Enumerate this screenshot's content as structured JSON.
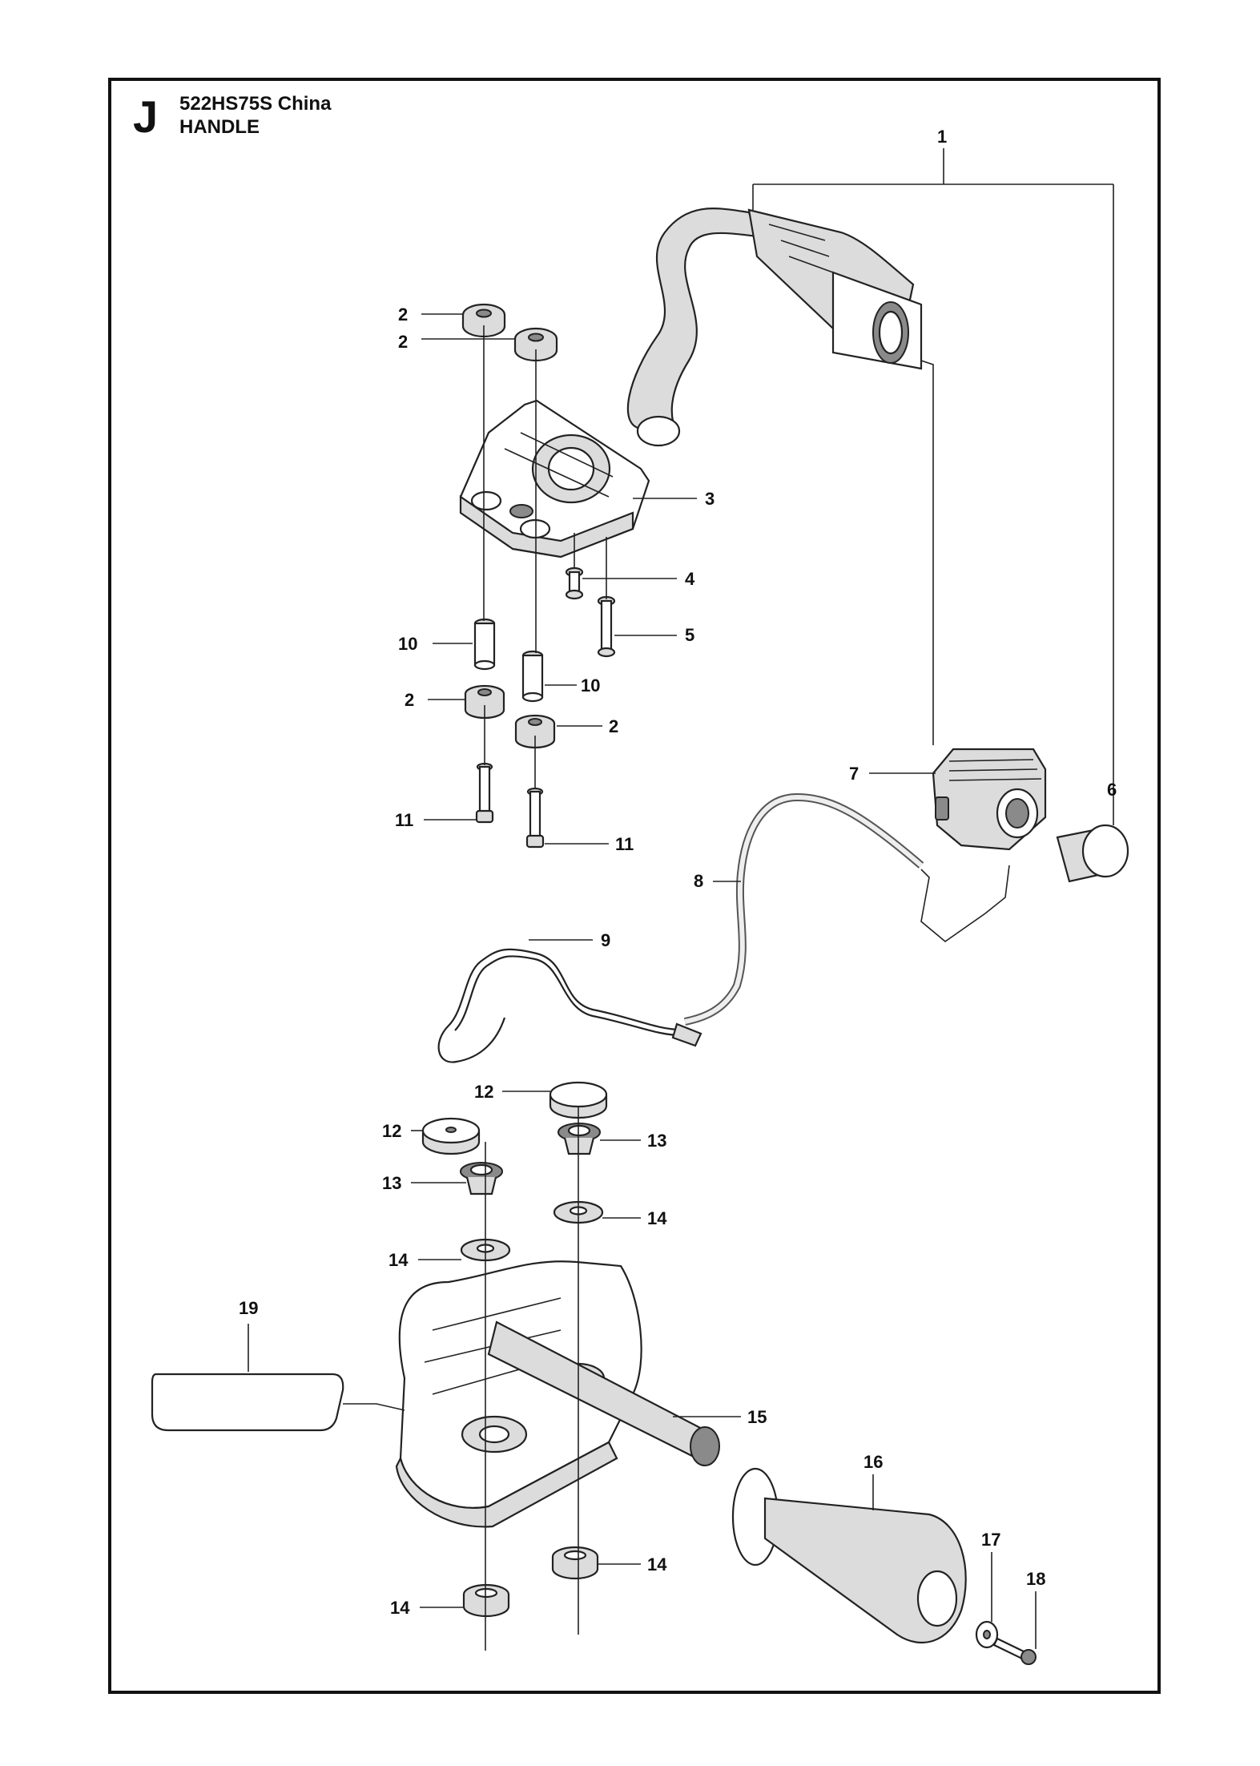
{
  "header": {
    "section_letter": "J",
    "model": "522HS75S China",
    "assembly": "HANDLE"
  },
  "callouts": {
    "c1": "1",
    "c2a": "2",
    "c2b": "2",
    "c2c": "2",
    "c2d": "2",
    "c3": "3",
    "c4": "4",
    "c5": "5",
    "c6": "6",
    "c7": "7",
    "c8": "8",
    "c9": "9",
    "c10a": "10",
    "c10b": "10",
    "c11a": "11",
    "c11b": "11",
    "c12a": "12",
    "c12b": "12",
    "c13a": "13",
    "c13b": "13",
    "c14a": "14",
    "c14b": "14",
    "c14c": "14",
    "c14d": "14",
    "c15": "15",
    "c16": "16",
    "c17": "17",
    "c18": "18",
    "c19": "19"
  },
  "colors": {
    "line": "#222222",
    "frame": "#111111",
    "shade": "#dcdcdc",
    "dark": "#8a8a8a"
  }
}
